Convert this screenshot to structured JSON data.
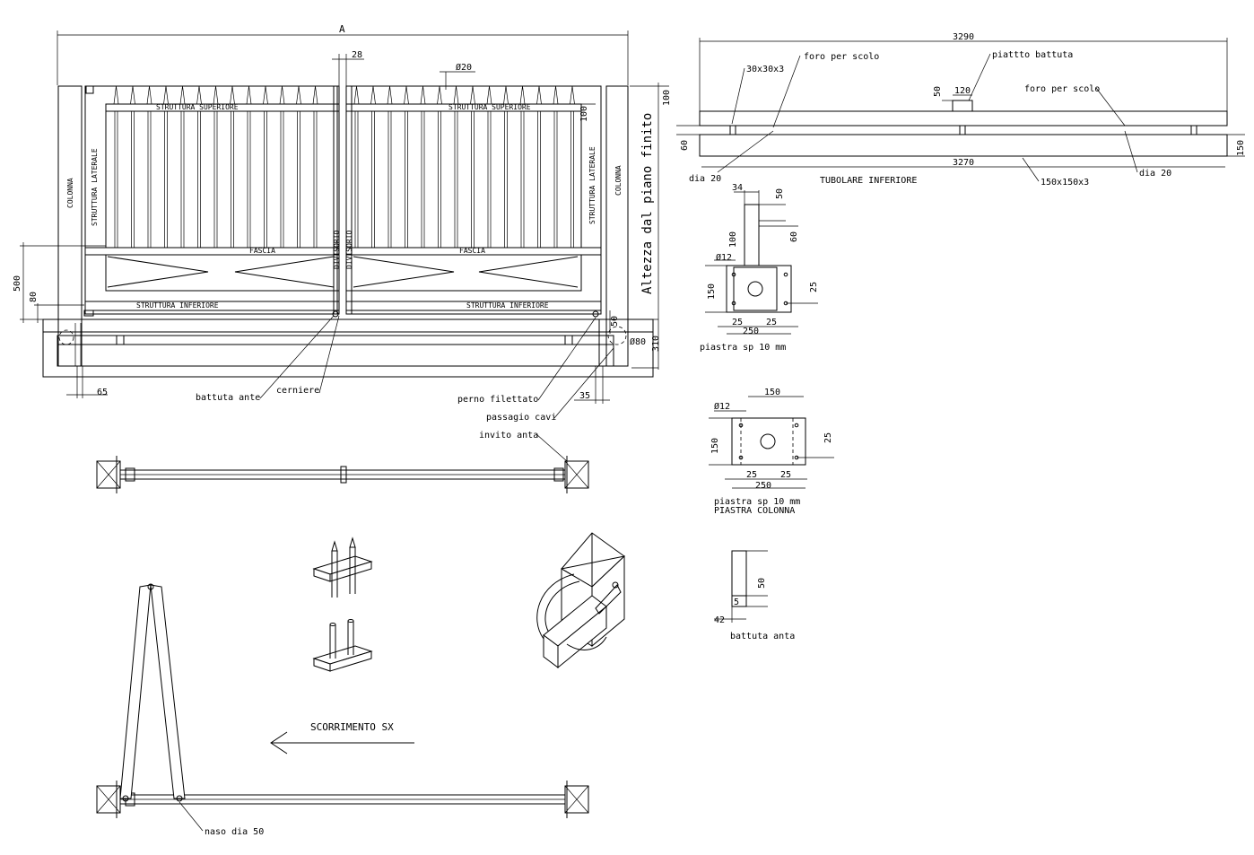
{
  "front": {
    "dim_A": "A",
    "dim_28": "28",
    "dim_phi20": "Ø20",
    "dim_100_top": "100",
    "dim_100_right": "100",
    "label_struttura_superiore": "STRUTTURA SUPERIORE",
    "label_struttura_laterale": "STRUTTURA LATERALE",
    "label_colonna": "COLONNA",
    "label_fascia": "FASCIA",
    "label_divisorio": "DIVISORIO",
    "label_struttura_inferiore": "STRUTTURA INFERIORE",
    "label_altezza": "Altezza dal piano finito",
    "dim_500": "500",
    "dim_80": "80",
    "dim_65": "65",
    "dim_50": "50",
    "dim_phi80": "Ø80",
    "dim_310": "310",
    "dim_35": "35",
    "callout_battuta_ante": "battuta ante",
    "callout_cerniere": "cerniere",
    "callout_perno_filettato": "perno filettato",
    "callout_passaggio_cavi": "passagio cavi",
    "callout_invito_anta": "invito anta"
  },
  "tubolare": {
    "dim_3290": "3290",
    "dim_3270": "3270",
    "label_30x30x3": "30x30x3",
    "label_foro_per_scolo_1": "foro per scolo",
    "label_foro_per_scolo_2": "foro per scolo",
    "label_piatto_battuta": "piattto battuta",
    "dim_120": "120",
    "dim_50": "50",
    "dim_60": "60",
    "dim_150": "150",
    "label_dia20_left": "dia 20",
    "label_dia20_right": "dia 20",
    "label_tubolare_inferiore": "TUBOLARE INFERIORE",
    "label_150x150x3": "150x150x3"
  },
  "piastra1": {
    "dim_34": "34",
    "dim_50": "50",
    "dim_100": "100",
    "dim_60": "60",
    "dim_phi12": "Ø12",
    "dim_150": "150",
    "dim_25_right": "25",
    "dim_25_a": "25",
    "dim_25_b": "25",
    "dim_250": "250",
    "caption": "piastra sp 10 mm"
  },
  "piastra2": {
    "dim_phi12": "Ø12",
    "dim_150_top": "150",
    "dim_150_left": "150",
    "dim_25_right": "25",
    "dim_25_a": "25",
    "dim_25_b": "25",
    "dim_250": "250",
    "caption": "piastra sp 10 mm",
    "caption2": "PIASTRA COLONNA"
  },
  "battuta": {
    "dim_50": "50",
    "dim_5": "5",
    "dim_42": "42",
    "caption": "battuta anta"
  },
  "plan": {
    "label_scorrimento": "SCORRIMENTO SX",
    "callout_naso": "naso dia 50"
  }
}
